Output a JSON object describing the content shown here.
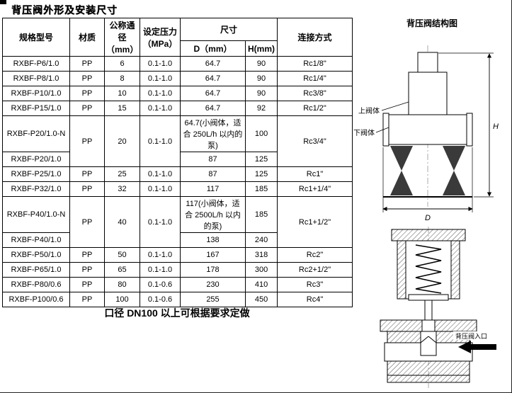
{
  "page": {
    "title": "背压阀外形及安装尺寸",
    "note": "口径 DN100 以上可根据要求定做"
  },
  "table": {
    "headers": {
      "model": "规格型号",
      "material": "材质",
      "diameter": "公称通\n径（mm）",
      "pressure": "设定压力\n（MPa）",
      "size": "尺寸",
      "d": "D（mm）",
      "h": "H(mm)",
      "connection": "连接方式"
    },
    "rows": [
      [
        "RXBF-P6/1.0",
        "PP",
        "6",
        "0.1-1.0",
        "64.7",
        "90",
        "Rc1/8\""
      ],
      [
        "RXBF-P8/1.0",
        "PP",
        "8",
        "0.1-1.0",
        "64.7",
        "90",
        "Rc1/4\""
      ],
      [
        "RXBF-P10/1.0",
        "PP",
        "10",
        "0.1-1.0",
        "64.7",
        "90",
        "Rc3/8\""
      ],
      [
        "RXBF-P15/1.0",
        "PP",
        "15",
        "0.1-1.0",
        "64.7",
        "92",
        "Rc1/2\""
      ],
      [
        "RXBF-P20/1.0-N",
        {
          "text": "PP",
          "rowspan": 2
        },
        {
          "text": "20",
          "rowspan": 2
        },
        {
          "text": "0.1-1.0",
          "rowspan": 2
        },
        "64.7(小阀体，适合 250L/h 以内的泵)",
        "100",
        {
          "text": "Rc3/4\"",
          "rowspan": 2
        }
      ],
      [
        "RXBF-P20/1.0",
        "87",
        "125"
      ],
      [
        "RXBF-P25/1.0",
        "PP",
        "25",
        "0.1-1.0",
        "87",
        "125",
        "Rc1\""
      ],
      [
        "RXBF-P32/1.0",
        "PP",
        "32",
        "0.1-1.0",
        "117",
        "185",
        "Rc1+1/4\""
      ],
      [
        "RXBF-P40/1.0-N",
        {
          "text": "PP",
          "rowspan": 2
        },
        {
          "text": "40",
          "rowspan": 2
        },
        {
          "text": "0.1-1.0",
          "rowspan": 2
        },
        "117(小阀体，适合 2500L/h 以内的泵)",
        "185",
        {
          "text": "Rc1+1/2\"",
          "rowspan": 2
        }
      ],
      [
        "RXBF-P40/1.0",
        "138",
        "240"
      ],
      [
        "RXBF-P50/1.0",
        "PP",
        "50",
        "0.1-1.0",
        "167",
        "318",
        "Rc2\""
      ],
      [
        "RXBF-P65/1.0",
        "PP",
        "65",
        "0.1-1.0",
        "178",
        "300",
        "Rc2+1/2\""
      ],
      [
        "RXBF-P80/0.6",
        "PP",
        "80",
        "0.1-0.6",
        "230",
        "410",
        "Rc3\""
      ],
      [
        "RXBF-P100/0.6",
        "PP",
        "100",
        "0.1-0.6",
        "255",
        "450",
        "Rc4\""
      ]
    ]
  },
  "diagram": {
    "title": "背压阀结构图",
    "outline_labels": {
      "upper_body": "上阀体",
      "lower_body": "下阀体",
      "dim_h": "H",
      "dim_d": "D"
    },
    "section_labels": {
      "inlet": "背压阀入口"
    }
  }
}
